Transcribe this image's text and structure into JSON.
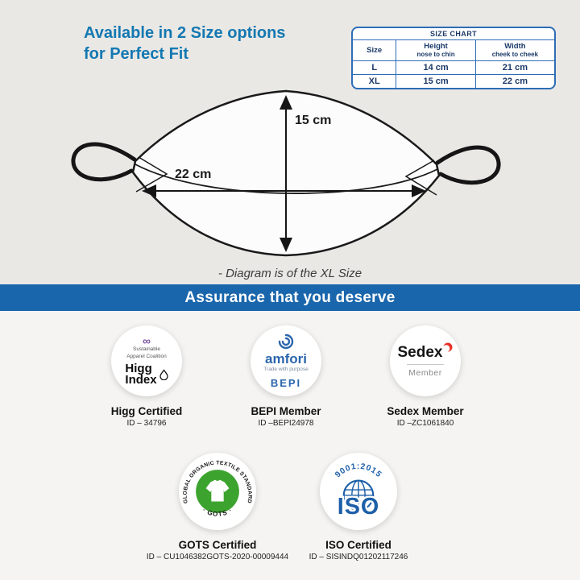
{
  "colors": {
    "title_blue": "#1478b2",
    "banner_blue": "#1a66ac",
    "chart_border_blue": "#2e6db5",
    "amfori_blue": "#2b66ad",
    "iso_blue": "#1d5fa8",
    "gots_green": "#3da32f",
    "sedex_red": "#e8312a",
    "sac_purple": "#7a55a4"
  },
  "header": {
    "title_line1": "Available in 2 Size options",
    "title_line2": "for Perfect Fit"
  },
  "size_chart": {
    "title": "SIZE CHART",
    "col_size": "Size",
    "col_height_line1": "Height",
    "col_height_line2": "nose to chin",
    "col_width_line1": "Width",
    "col_width_line2": "cheek to cheek",
    "rows": [
      {
        "size": "L",
        "height": "14 cm",
        "width": "21 cm"
      },
      {
        "size": "XL",
        "height": "15 cm",
        "width": "22 cm"
      }
    ]
  },
  "diagram": {
    "height_label": "15 cm",
    "width_label": "22 cm",
    "caption": "- Diagram is of the XL Size"
  },
  "banner": {
    "text": "Assurance that you deserve"
  },
  "certifications": {
    "higg": {
      "org_line1": "Sustainable",
      "org_line2": "Apparel Coalition",
      "logo_line1": "Higg",
      "logo_line2": "Index",
      "title": "Higg Certified",
      "id": "ID – 34796"
    },
    "bepi": {
      "logo_name": "amfori",
      "logo_tagline": "Trade with purpose",
      "logo_program": "BEPI",
      "title": "BEPI Member",
      "id": "ID –BEPI24978"
    },
    "sedex": {
      "logo_name": "Sedex",
      "logo_member": "Member",
      "title": "Sedex Member",
      "id": "ID –ZC1061840"
    },
    "gots": {
      "ring_text_top": "GLOBAL ORGANIC TEXTILE STANDARD",
      "ring_text_bottom": "· GOTS ·",
      "title": "GOTS Certified",
      "id": "ID – CU1046382GOTS-2020-00009444"
    },
    "iso": {
      "arc_text": "9001:2015",
      "logo_text": "ISO",
      "title": "ISO Certified",
      "id": "ID – SISINDQ01202117246"
    }
  }
}
